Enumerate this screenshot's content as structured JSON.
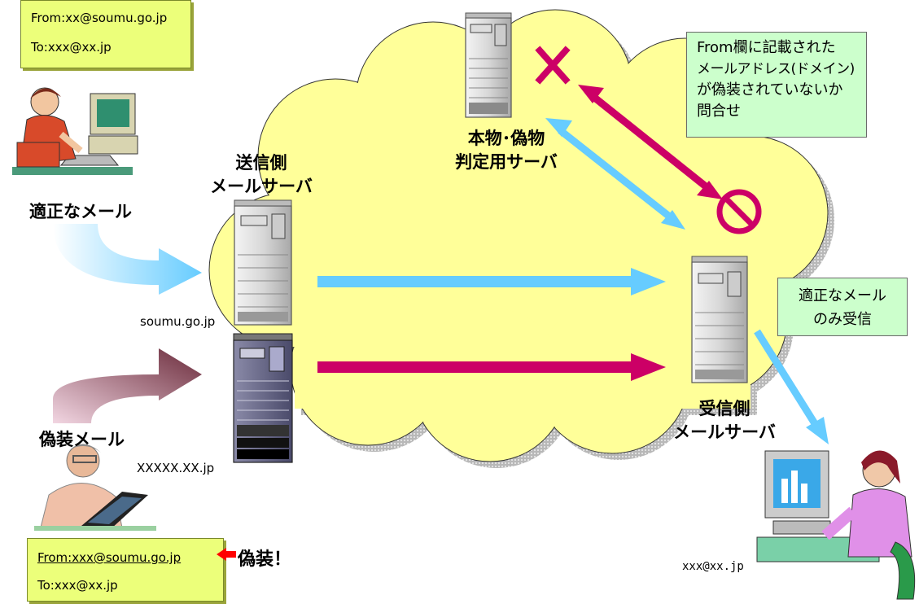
{
  "notes": {
    "legit_from": "From:xx@soumu.go.jp",
    "legit_to": "To:xxx@xx.jp",
    "spoof_from": "From:xxx@soumu.go.jp",
    "spoof_to": "To:xxx@xx.jp"
  },
  "labels": {
    "legit_mail": "適正なメール",
    "spoofed_mail": "偽装メール",
    "spoof_marker": "偽装！",
    "sender_server_line1": "送信側",
    "sender_server_line2": "メールサーバ",
    "judge_server_line1": "本物･偽物",
    "judge_server_line2": "判定用サーバ",
    "receiver_server_line1": "受信側",
    "receiver_server_line2": "メールサーバ",
    "sender_domain": "soumu.go.jp",
    "spoof_domain": "XXXXX.XX.jp",
    "recipient_address": "xxx@xx.jp"
  },
  "callouts": {
    "query_lines": [
      "From欄に記載された",
      "メールアドレス(ドメイン)",
      "が偽装されていないか",
      "問合せ"
    ],
    "receive_lines": [
      "適正なメール",
      "のみ受信"
    ]
  },
  "colors": {
    "cloud_fill": "#ffff99",
    "legit_arrow": "#66ccff",
    "spoof_arrow": "#cc0066",
    "note_fill": "#ecff7a",
    "callout_fill": "#ccffcc",
    "marker_arrow": "#ff0000"
  },
  "icons": [
    "server-icon",
    "cross-mark-icon",
    "prohibited-icon",
    "person-at-computer-icon"
  ]
}
